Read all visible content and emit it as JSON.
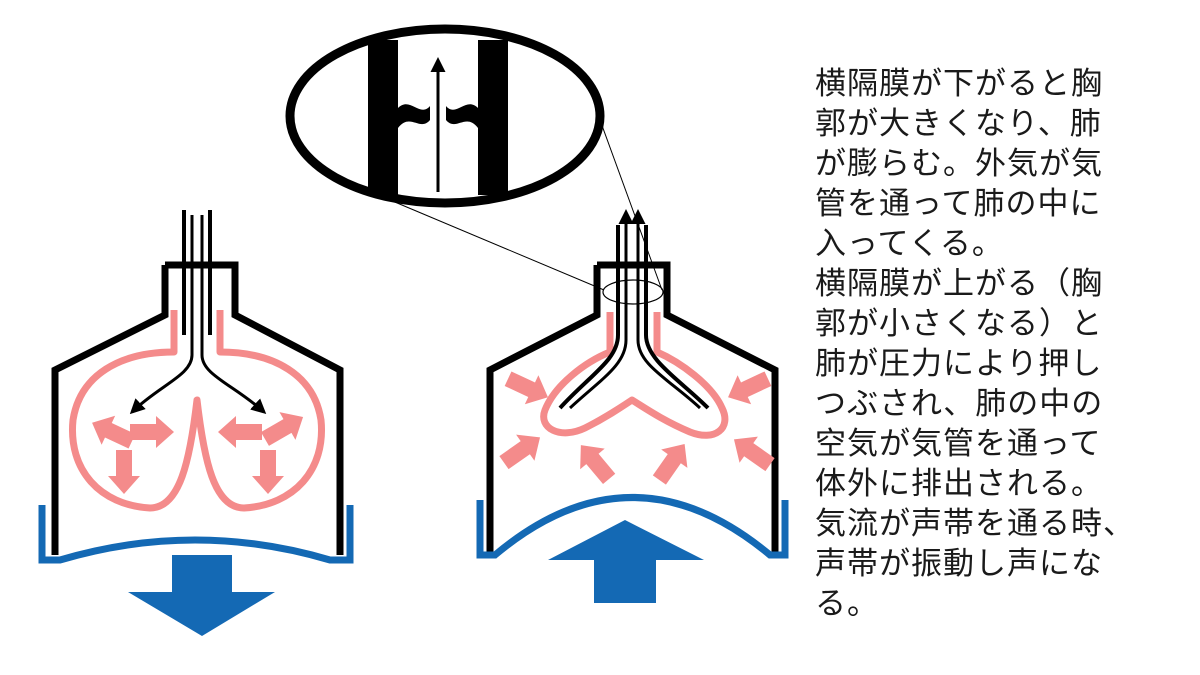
{
  "colors": {
    "outline": "#000000",
    "lung": "#f48b8b",
    "diaphragm": "#1469b4",
    "background": "#ffffff"
  },
  "diagrams": [
    {
      "state": "inhale",
      "diaphragm_direction": "down"
    },
    {
      "state": "exhale",
      "diaphragm_direction": "up"
    }
  ],
  "caption": "横隔膜が下がると胸\n郭が大きくなり、肺\nが膨らむ。外気が気\n管を通って肺の中に\n入ってくる。\n横隔膜が上がる（胸\n郭が小さくなる）と\n肺が圧力により押し\nつぶされ、肺の中の\n空気が気管を通って\n体外に排出される。\n気流が声帯を通る時、\n声帯が振動し声にな\nる。"
}
